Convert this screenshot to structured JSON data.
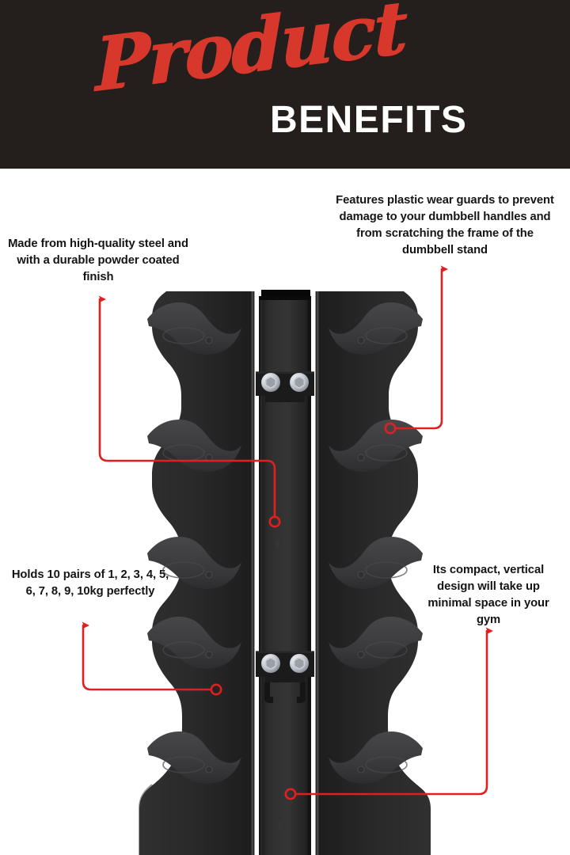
{
  "header": {
    "script_word": "Product",
    "main_word": "BENEFITS",
    "band_color": "#241f1d",
    "script_color": "#d8382c",
    "main_color": "#ffffff"
  },
  "accent": {
    "leader_color": "#e02020",
    "text_color": "#151515",
    "page_background": "#ffffff"
  },
  "callouts": [
    {
      "id": "steel",
      "text": "Made from high-quality steel and with a durable powder coated finish",
      "position": "top-left"
    },
    {
      "id": "guards",
      "text": "Features plastic wear guards to prevent damage to your dumbbell handles and from scratching the frame of the dumbbell stand",
      "position": "top-right"
    },
    {
      "id": "capacity",
      "text": "Holds 10 pairs of 1, 2, 3, 4, 5, 6, 7, 8, 9, 10kg perfectly",
      "position": "bottom-left"
    },
    {
      "id": "compact",
      "text": "Its compact, vertical design will take up minimal space in your gym",
      "position": "bottom-right"
    }
  ],
  "product": {
    "name": "vertical-dumbbell-rack",
    "description": "Black powder coated vertical dumbbell stand with five pairs of saddle cradles and plastic wear guards",
    "frame_color": "#232323",
    "plate_color": "#2b2b2b",
    "guard_color": "#3a3a3c",
    "bolt_color": "#c9cdd2",
    "cradle_pairs": 5,
    "bolt_brackets": 2
  }
}
